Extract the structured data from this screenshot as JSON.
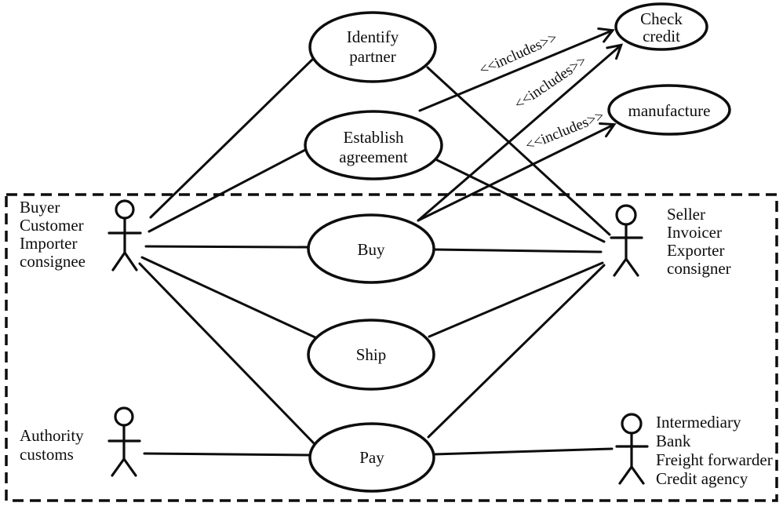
{
  "page": {
    "background": "#ffffff",
    "line_color": "#0d0d0d"
  },
  "use_cases": {
    "identify_partner": {
      "line1": "Identify",
      "line2": "partner"
    },
    "establish_agreement": {
      "line1": "Establish",
      "line2": "agreement"
    },
    "buy": {
      "label": "Buy"
    },
    "ship": {
      "label": "Ship"
    },
    "pay": {
      "label": "Pay"
    },
    "check_credit": {
      "line1": "Check",
      "line2": "credit"
    },
    "manufacture": {
      "label": "manufacture"
    }
  },
  "actors": {
    "buyer": {
      "labels": [
        "Buyer",
        "Customer",
        "Importer",
        "consignee"
      ]
    },
    "seller": {
      "labels": [
        "Seller",
        "Invoicer",
        "Exporter",
        "consigner"
      ]
    },
    "authority": {
      "labels": [
        "Authority",
        "customs"
      ]
    },
    "intermediary": {
      "labels": [
        "Intermediary",
        "Bank",
        "Freight forwarder",
        "Credit agency"
      ]
    }
  },
  "relationships": {
    "include_label": "<<includes>>",
    "includes": [
      {
        "from": "Establish agreement",
        "to": "Check credit"
      },
      {
        "from": "Buy",
        "to": "Check credit"
      },
      {
        "from": "Buy",
        "to": "manufacture"
      }
    ],
    "associations": [
      {
        "from": "Buyer",
        "to": "Identify partner"
      },
      {
        "from": "Buyer",
        "to": "Establish agreement"
      },
      {
        "from": "Buyer",
        "to": "Buy"
      },
      {
        "from": "Buyer",
        "to": "Ship"
      },
      {
        "from": "Buyer",
        "to": "Pay"
      },
      {
        "from": "Seller",
        "to": "Identify partner"
      },
      {
        "from": "Seller",
        "to": "Establish agreement"
      },
      {
        "from": "Seller",
        "to": "Buy"
      },
      {
        "from": "Seller",
        "to": "Ship"
      },
      {
        "from": "Seller",
        "to": "Pay"
      },
      {
        "from": "Authority",
        "to": "Pay"
      },
      {
        "from": "Intermediary",
        "to": "Pay"
      }
    ]
  }
}
